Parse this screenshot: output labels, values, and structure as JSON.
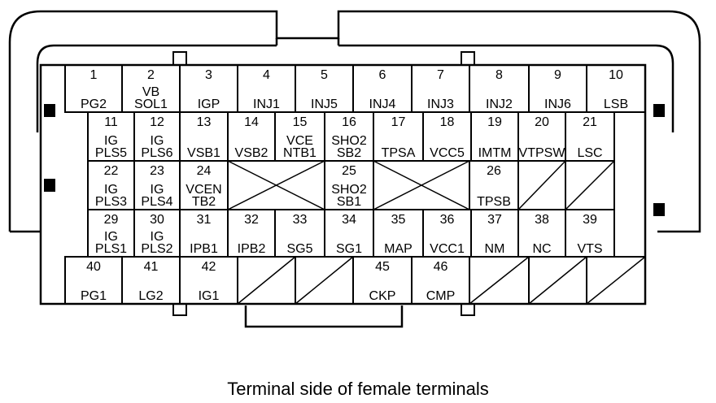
{
  "caption": "Terminal side of female terminals",
  "rows": [
    [
      {
        "num": "1",
        "sig": [
          "PG2"
        ]
      },
      {
        "num": "2",
        "sig": [
          "VB",
          "SOL1"
        ]
      },
      {
        "num": "3",
        "sig": [
          "IGP"
        ]
      },
      {
        "num": "4",
        "sig": [
          "INJ1"
        ]
      },
      {
        "num": "5",
        "sig": [
          "INJ5"
        ]
      },
      {
        "num": "6",
        "sig": [
          "INJ4"
        ]
      },
      {
        "num": "7",
        "sig": [
          "INJ3"
        ]
      },
      {
        "num": "8",
        "sig": [
          "INJ2"
        ]
      },
      {
        "num": "9",
        "sig": [
          "INJ6"
        ]
      },
      {
        "num": "10",
        "sig": [
          "LSB"
        ]
      }
    ],
    [
      {
        "num": "11",
        "sig": [
          "IG",
          "PLS5"
        ]
      },
      {
        "num": "12",
        "sig": [
          "IG",
          "PLS6"
        ]
      },
      {
        "num": "13",
        "sig": [
          "VSB1"
        ]
      },
      {
        "num": "14",
        "sig": [
          "VSB2"
        ]
      },
      {
        "num": "15",
        "sig": [
          "VCE",
          "NTB1"
        ]
      },
      {
        "num": "16",
        "sig": [
          "SHO2",
          "SB2"
        ]
      },
      {
        "num": "17",
        "sig": [
          "TPSA"
        ]
      },
      {
        "num": "18",
        "sig": [
          "VCC5"
        ]
      },
      {
        "num": "19",
        "sig": [
          "IMTM"
        ]
      },
      {
        "num": "20",
        "sig": [
          "VTPSW"
        ]
      },
      {
        "num": "21",
        "sig": [
          "LSC"
        ]
      }
    ],
    [
      {
        "num": "22",
        "sig": [
          "IG",
          "PLS3"
        ]
      },
      {
        "num": "23",
        "sig": [
          "IG",
          "PLS4"
        ]
      },
      {
        "num": "24",
        "sig": [
          "VCEN",
          "TB2"
        ]
      },
      {
        "num": "",
        "sig": [],
        "blank": "x"
      },
      {
        "num": "25",
        "sig": [
          "SHO2",
          "SB1"
        ]
      },
      {
        "num": "",
        "sig": [],
        "blank": "x"
      },
      {
        "num": "26",
        "sig": [
          "TPSB"
        ]
      },
      {
        "num": "",
        "sig": [],
        "blank": "d"
      },
      {
        "num": "",
        "sig": [],
        "blank": "d"
      }
    ],
    [
      {
        "num": "29",
        "sig": [
          "IG",
          "PLS1"
        ]
      },
      {
        "num": "30",
        "sig": [
          "IG",
          "PLS2"
        ]
      },
      {
        "num": "31",
        "sig": [
          "IPB1"
        ]
      },
      {
        "num": "32",
        "sig": [
          "IPB2"
        ]
      },
      {
        "num": "33",
        "sig": [
          "SG5"
        ]
      },
      {
        "num": "34",
        "sig": [
          "SG1"
        ]
      },
      {
        "num": "35",
        "sig": [
          "MAP"
        ]
      },
      {
        "num": "36",
        "sig": [
          "VCC1"
        ]
      },
      {
        "num": "37",
        "sig": [
          "NM"
        ]
      },
      {
        "num": "38",
        "sig": [
          "NC"
        ]
      },
      {
        "num": "39",
        "sig": [
          "VTS"
        ]
      }
    ],
    [
      {
        "num": "40",
        "sig": [
          "PG1"
        ]
      },
      {
        "num": "41",
        "sig": [
          "LG2"
        ]
      },
      {
        "num": "42",
        "sig": [
          "IG1"
        ]
      },
      {
        "num": "",
        "sig": [],
        "blank": "d"
      },
      {
        "num": "",
        "sig": [],
        "blank": "d"
      },
      {
        "num": "45",
        "sig": [
          "CKP"
        ]
      },
      {
        "num": "46",
        "sig": [
          "CMP"
        ]
      },
      {
        "num": "",
        "sig": [],
        "blank": "d"
      },
      {
        "num": "",
        "sig": [],
        "blank": "d"
      },
      {
        "num": "",
        "sig": [],
        "blank": "d"
      }
    ]
  ]
}
